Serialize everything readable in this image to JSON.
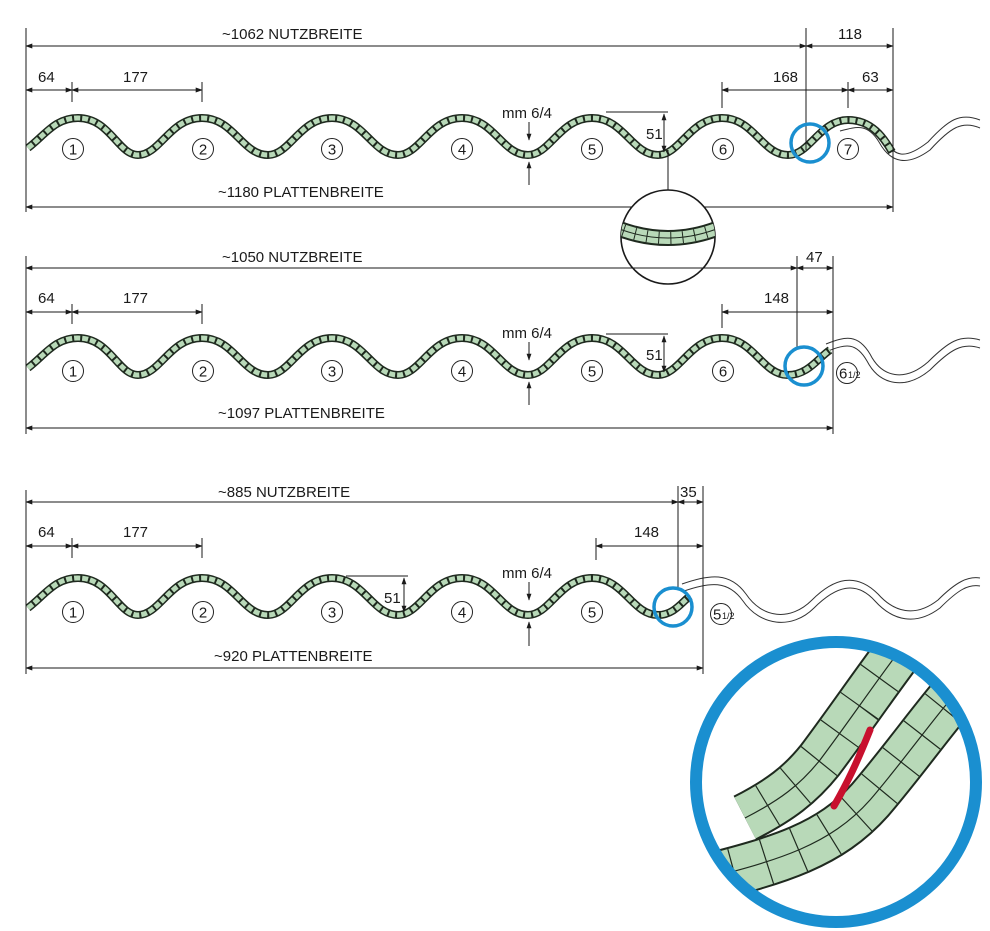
{
  "colors": {
    "sheet_fill": "#b8d9b8",
    "sheet_stroke": "#1f2a1f",
    "ghost_stroke": "#333333",
    "highlight": "#1a8fd0",
    "seal": "#c8102e",
    "line": "#1a1a1a"
  },
  "units_label": "mm 6/4",
  "panels": [
    {
      "id": "panel-7",
      "useful_width": "~1062 NUTZBREITE",
      "sheet_width": "~1180 PLATTENBREITE",
      "edge_dim": "64",
      "pitch_dim": "177",
      "overlap_dim": "168",
      "side_dim": "63",
      "outer_dim": "118",
      "height_dim": "51",
      "thickness_label": "mm 6/4",
      "corrugations": [
        "1",
        "2",
        "3",
        "4",
        "5",
        "6",
        "7"
      ]
    },
    {
      "id": "panel-6half",
      "useful_width": "~1050 NUTZBREITE",
      "sheet_width": "~1097 PLATTENBREITE",
      "edge_dim": "64",
      "pitch_dim": "177",
      "overlap_dim": "148",
      "outer_dim": "47",
      "height_dim": "51",
      "thickness_label": "mm 6/4",
      "corrugations": [
        "1",
        "2",
        "3",
        "4",
        "5",
        "6"
      ],
      "half": {
        "main": "6",
        "sub": "1/2"
      }
    },
    {
      "id": "panel-5half",
      "useful_width": "~885 NUTZBREITE",
      "sheet_width": "~920 PLATTENBREITE",
      "edge_dim": "64",
      "pitch_dim": "177",
      "overlap_dim": "148",
      "outer_dim": "35",
      "height_dim": "51",
      "thickness_label": "mm 6/4",
      "corrugations": [
        "1",
        "2",
        "3",
        "4",
        "5"
      ],
      "half": {
        "main": "5",
        "sub": "1/2"
      }
    }
  ]
}
